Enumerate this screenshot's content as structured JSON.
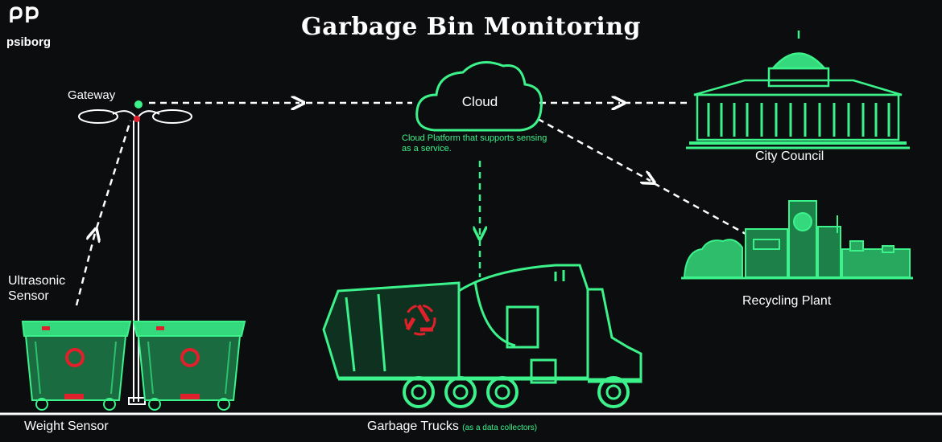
{
  "title": "Garbage Bin Monitoring",
  "logo": {
    "text": "psiborg"
  },
  "nodes": {
    "gateway": "Gateway",
    "cloud": "Cloud",
    "cloud_description": "Cloud Platform that supports sensing as a service.",
    "city_council": "City Council",
    "recycling_plant": "Recycling Plant",
    "ultrasonic_sensor_line1": "Ultrasonic",
    "ultrasonic_sensor_line2": "Sensor",
    "weight_sensor": "Weight Sensor",
    "garbage_trucks": "Garbage Trucks",
    "garbage_trucks_note": "(as a data collectors)"
  },
  "colors": {
    "background": "#0c0d0f",
    "accent_green": "#3cf28a",
    "recycle_red": "#e0202a",
    "text": "#ffffff"
  },
  "icons": [
    "street-lamp-gateway-icon",
    "cloud-icon",
    "city-hall-icon",
    "recycling-plant-icon",
    "garbage-bin-icon",
    "garbage-truck-icon",
    "recycle-symbol-icon"
  ]
}
